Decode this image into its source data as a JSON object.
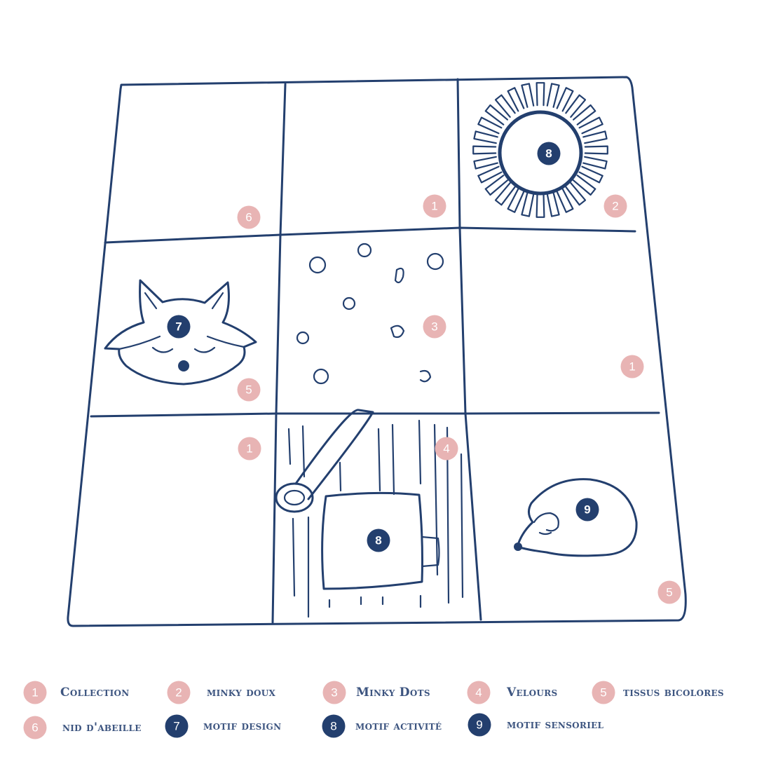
{
  "colors": {
    "pink": "#e8b4b4",
    "navy": "#233f6e",
    "line": "#233f6e",
    "legend_text": "#3d5580"
  },
  "drawing": {
    "cells": [
      {
        "id": "top-left",
        "motif": ""
      },
      {
        "id": "top-middle",
        "motif": ""
      },
      {
        "id": "top-right",
        "motif": "sun-ring-icon"
      },
      {
        "id": "middle-left",
        "motif": "fox-face-icon"
      },
      {
        "id": "middle-center",
        "motif": "dots-pattern"
      },
      {
        "id": "middle-right",
        "motif": ""
      },
      {
        "id": "bottom-left",
        "motif": ""
      },
      {
        "id": "bottom-center",
        "motif": "strap-pocket-icon"
      },
      {
        "id": "bottom-right",
        "motif": "hedgehog-icon"
      }
    ],
    "markers": [
      {
        "label": "8",
        "style": "navy"
      },
      {
        "label": "1",
        "style": "pink"
      },
      {
        "label": "2",
        "style": "pink"
      },
      {
        "label": "6",
        "style": "pink"
      },
      {
        "label": "7",
        "style": "navy"
      },
      {
        "label": "3",
        "style": "pink"
      },
      {
        "label": "1",
        "style": "pink"
      },
      {
        "label": "5",
        "style": "pink"
      },
      {
        "label": "1",
        "style": "pink"
      },
      {
        "label": "4",
        "style": "pink"
      },
      {
        "label": "8",
        "style": "navy"
      },
      {
        "label": "9",
        "style": "navy"
      },
      {
        "label": "5",
        "style": "pink"
      }
    ]
  },
  "legend": [
    {
      "num": "1",
      "label": "Collection",
      "style": "pink"
    },
    {
      "num": "2",
      "label": "minky doux",
      "style": "pink"
    },
    {
      "num": "3",
      "label": "Minky Dots",
      "style": "pink"
    },
    {
      "num": "4",
      "label": "Velours",
      "style": "pink"
    },
    {
      "num": "5",
      "label": "tissus bicolores",
      "style": "pink"
    },
    {
      "num": "6",
      "label": "nid d'abeille",
      "style": "pink"
    },
    {
      "num": "7",
      "label": "motif design",
      "style": "navy"
    },
    {
      "num": "8",
      "label": "motif activité",
      "style": "navy"
    },
    {
      "num": "9",
      "label": "motif sensoriel",
      "style": "navy"
    }
  ]
}
